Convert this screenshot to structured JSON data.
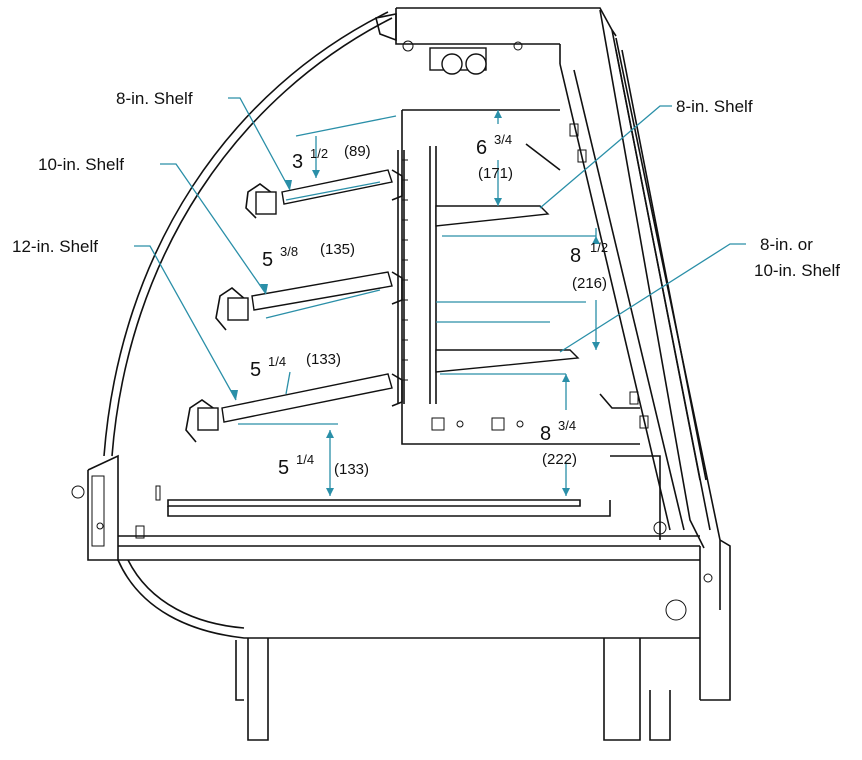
{
  "labels": {
    "shelf_left_top": "8-in. Shelf",
    "shelf_left_mid": "10-in. Shelf",
    "shelf_left_bottom": "12-in. Shelf",
    "shelf_right_top": "8-in. Shelf",
    "shelf_right_bottom_line1": "8-in. or",
    "shelf_right_bottom_line2": "10-in. Shelf"
  },
  "dimensions": {
    "left_top": {
      "whole": "3",
      "fraction": "1/2",
      "mm": "(89)"
    },
    "left_mid": {
      "whole": "5",
      "fraction": "3/8",
      "mm": "(135)"
    },
    "left_low": {
      "whole": "5",
      "fraction": "1/4",
      "mm": "(133)"
    },
    "left_base": {
      "whole": "5",
      "fraction": "1/4",
      "mm": "(133)"
    },
    "right_top": {
      "whole": "6",
      "fraction": "3/4",
      "mm": "(171)"
    },
    "right_mid": {
      "whole": "8",
      "fraction": "1/2",
      "mm": "(216)"
    },
    "right_low": {
      "whole": "8",
      "fraction": "3/4",
      "mm": "(222)"
    }
  },
  "colors": {
    "line": "#111111",
    "leader": "#2a8fa8"
  }
}
